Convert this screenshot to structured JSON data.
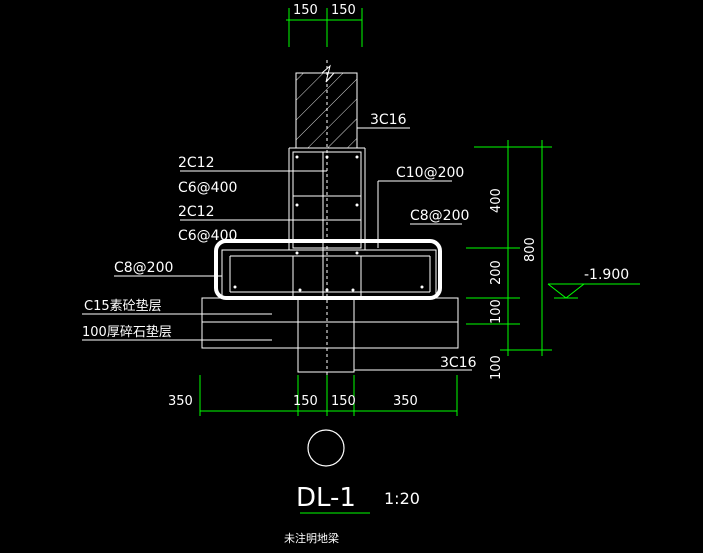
{
  "colors": {
    "background": "#000000",
    "linework": "#ffffff",
    "dimension": "#00ff00",
    "section": "#d9d9d9",
    "highlight": "#ffffff"
  },
  "labels": {
    "top_rebar": "3C16",
    "bottom_rebar": "3C16",
    "rebar_2c12_a": "2C12",
    "stirrup_c6_a": "C6@400",
    "rebar_2c12_b": "2C12",
    "stirrup_c6_b": "C6@400",
    "stirrup_c10": "C10@200",
    "stirrup_c8_right": "C8@200",
    "stirrup_c8_left": "C8@200",
    "bedding_c15": "C15素砼垫层",
    "bedding_100": "100厚碎石垫层",
    "elevation": "-1.900",
    "drawing_title": "DL-1",
    "scale": "1:20",
    "note": "未注明地梁"
  },
  "dimensions": {
    "top_left": "150",
    "top_right": "150",
    "v_400": "400",
    "v_200": "200",
    "v_100a": "100",
    "v_100b": "100",
    "v_800": "800",
    "bot_350_left": "350",
    "bot_150_left": "150",
    "bot_150_right": "150",
    "bot_350_right": "350"
  }
}
